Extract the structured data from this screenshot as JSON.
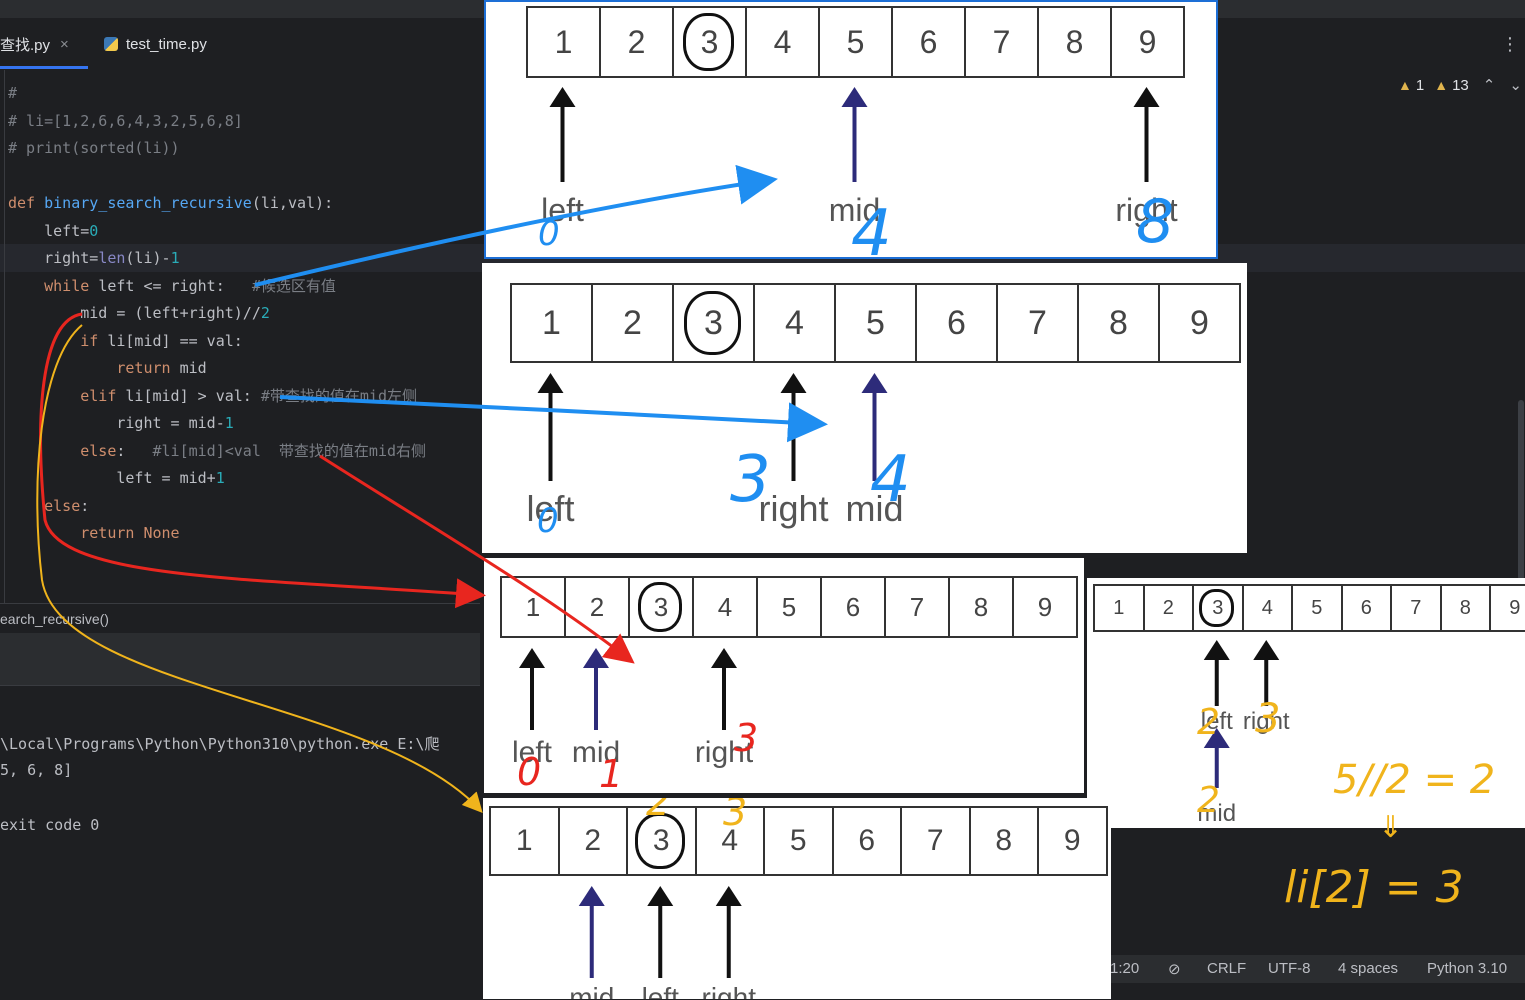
{
  "tabs": [
    {
      "label": "查找.py",
      "close": "×"
    },
    {
      "label": "test_time.py"
    }
  ],
  "inspection": {
    "errors": "1",
    "warnings": "13"
  },
  "code_lines": [
    {
      "t": "#",
      "c": "cm"
    },
    {
      "t": "# li=[1,2,6,6,4,3,2,5,6,8]",
      "c": "cm"
    },
    {
      "t": "# print(sorted(li))",
      "c": "cm"
    },
    {
      "t": "",
      "c": ""
    },
    {
      "parts": [
        {
          "t": "def ",
          "c": "kw"
        },
        {
          "t": "binary_search_recursive",
          "c": "fn"
        },
        {
          "t": "(li,val):",
          "c": ""
        }
      ]
    },
    {
      "parts": [
        {
          "t": "    left=",
          "c": ""
        },
        {
          "t": "0",
          "c": "num"
        }
      ]
    },
    {
      "parts": [
        {
          "t": "    right=",
          "c": ""
        },
        {
          "t": "len",
          "c": "bi"
        },
        {
          "t": "(li)-",
          "c": ""
        },
        {
          "t": "1",
          "c": "num"
        }
      ]
    },
    {
      "parts": [
        {
          "t": "    ",
          "c": ""
        },
        {
          "t": "while ",
          "c": "kw"
        },
        {
          "t": "left <= right:   ",
          "c": ""
        },
        {
          "t": "#候选区有值",
          "c": "cm"
        }
      ]
    },
    {
      "parts": [
        {
          "t": "        mid = (left+right)//",
          "c": ""
        },
        {
          "t": "2",
          "c": "num"
        }
      ]
    },
    {
      "parts": [
        {
          "t": "        ",
          "c": ""
        },
        {
          "t": "if ",
          "c": "kw"
        },
        {
          "t": "li[mid] == val:",
          "c": ""
        }
      ]
    },
    {
      "parts": [
        {
          "t": "            ",
          "c": ""
        },
        {
          "t": "return ",
          "c": "kw"
        },
        {
          "t": "mid",
          "c": ""
        }
      ]
    },
    {
      "parts": [
        {
          "t": "        ",
          "c": ""
        },
        {
          "t": "elif ",
          "c": "kw"
        },
        {
          "t": "li[mid] > val: ",
          "c": ""
        },
        {
          "t": "#带查找的值在mid左侧",
          "c": "cm"
        }
      ]
    },
    {
      "parts": [
        {
          "t": "            right = mid-",
          "c": ""
        },
        {
          "t": "1",
          "c": "num"
        }
      ]
    },
    {
      "parts": [
        {
          "t": "        ",
          "c": ""
        },
        {
          "t": "else",
          "c": "kw"
        },
        {
          "t": ":   ",
          "c": ""
        },
        {
          "t": "#li[mid]<val  带查找的值在mid右侧",
          "c": "cm"
        }
      ]
    },
    {
      "parts": [
        {
          "t": "            left = mid+",
          "c": ""
        },
        {
          "t": "1",
          "c": "num"
        }
      ]
    },
    {
      "parts": [
        {
          "t": "    ",
          "c": ""
        },
        {
          "t": "else",
          "c": "kw"
        },
        {
          "t": ":",
          "c": ""
        }
      ]
    },
    {
      "parts": [
        {
          "t": "        ",
          "c": ""
        },
        {
          "t": "return None",
          "c": "kw"
        }
      ]
    }
  ],
  "breadcrumb": "earch_recursive()",
  "run_output": [
    "\\Local\\Programs\\Python\\Python310\\python.exe E:\\爬",
    "5, 6, 8]",
    "",
    "exit code 0"
  ],
  "statusbar": {
    "position": "1:20",
    "line_sep": "CRLF",
    "encoding": "UTF-8",
    "indent": "4 spaces",
    "interpreter": "Python 3.10"
  },
  "array": [
    "1",
    "2",
    "3",
    "4",
    "5",
    "6",
    "7",
    "8",
    "9"
  ],
  "slides": [
    {
      "labels": [
        "left",
        "mid",
        "right"
      ],
      "notes": [
        "0",
        "4",
        "8"
      ]
    },
    {
      "labels": [
        "left",
        "right",
        "mid"
      ],
      "notes": [
        "0",
        "3",
        "4"
      ]
    },
    {
      "labels": [
        "left",
        "mid",
        "right"
      ],
      "notes": [
        "0",
        "1",
        "3"
      ]
    },
    {
      "labels": [
        "left",
        "right",
        "mid"
      ],
      "notes": [
        "2",
        "3",
        "2"
      ],
      "extra": [
        "5//2 = 2",
        "li[2] = 3"
      ]
    },
    {
      "labels": [
        "mid",
        "left",
        "right"
      ],
      "notes": [
        "2",
        "3"
      ]
    }
  ],
  "colors": {
    "blue_annotation": "#1f8ef1",
    "red_annotation": "#e8261f",
    "yellow_annotation": "#f0b41c",
    "arrow_dark": "#111111",
    "arrow_purple": "#2d2b7a"
  }
}
